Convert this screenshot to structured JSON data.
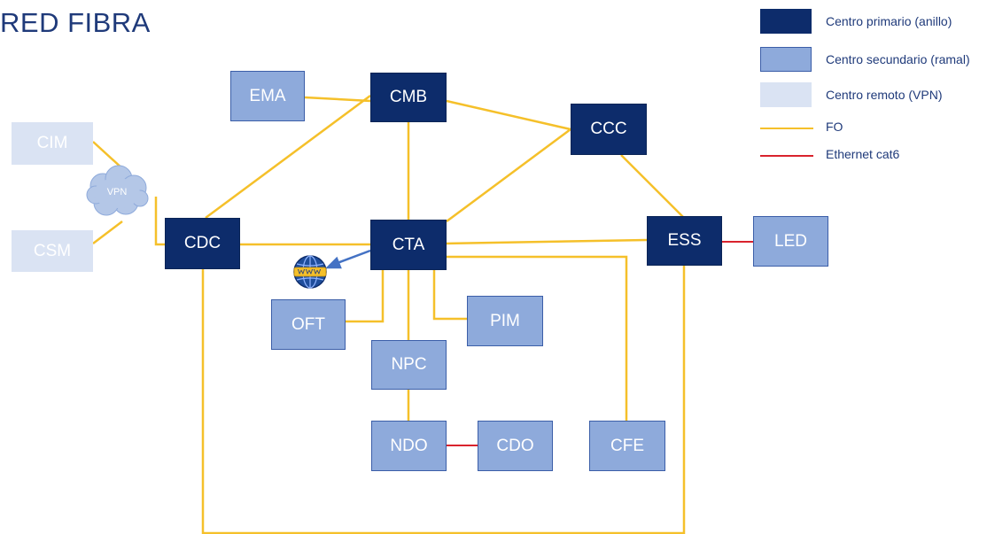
{
  "title": "RED FIBRA",
  "colors": {
    "primary": "#0d2c6b",
    "secondary": "#8eaadb",
    "remote": "#dae3f3",
    "fiber": "#f5c02a",
    "ethernet": "#d9232d",
    "arrow": "#4472c4"
  },
  "nodes": {
    "cim": "CIM",
    "csm": "CSM",
    "vpn": "VPN",
    "ema": "EMA",
    "cmb": "CMB",
    "ccc": "CCC",
    "cdc": "CDC",
    "cta": "CTA",
    "ess": "ESS",
    "led": "LED",
    "oft": "OFT",
    "pim": "PIM",
    "npc": "NPC",
    "ndo": "NDO",
    "cdo": "CDO",
    "cfe": "CFE"
  },
  "icons": {
    "internet": "globe-www-icon",
    "vpn": "cloud-icon"
  },
  "legend": {
    "primary": "Centro primario (anillo)",
    "secondary": "Centro secundario (ramal)",
    "remote": "Centro remoto (VPN)",
    "fiber": "FO",
    "ethernet": "Ethernet cat6"
  }
}
